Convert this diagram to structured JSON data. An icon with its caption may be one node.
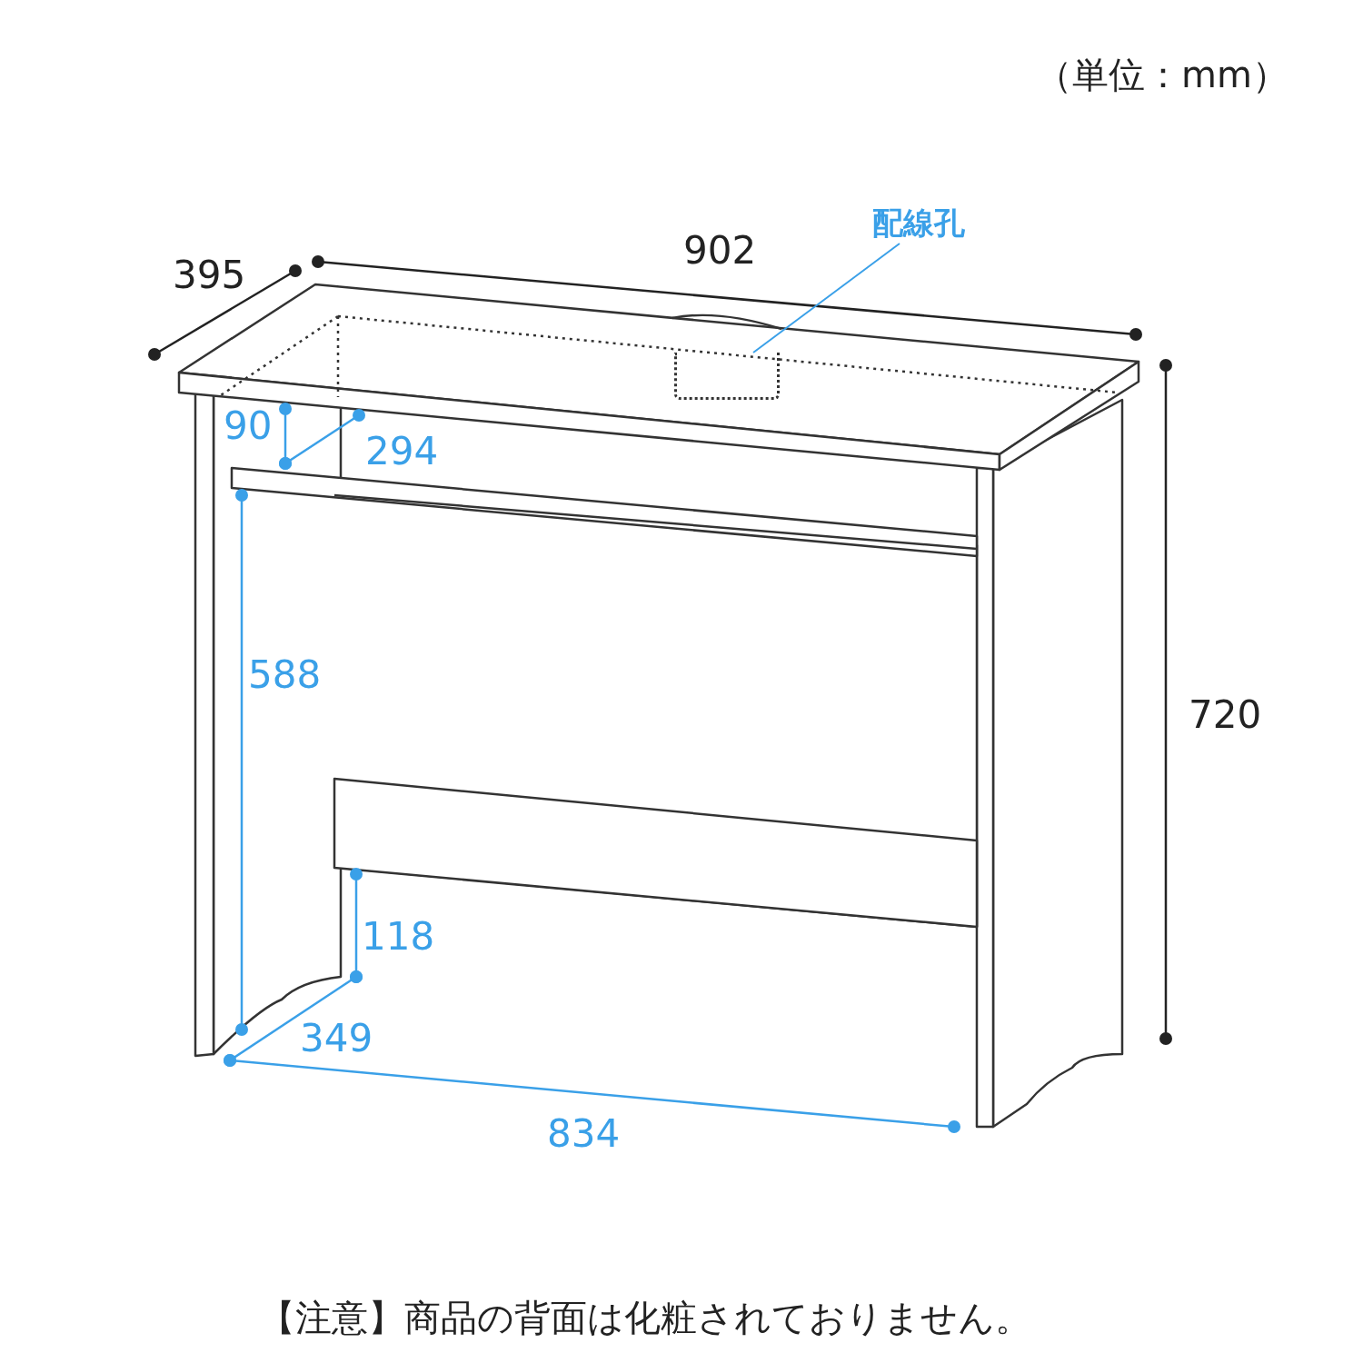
{
  "diagram": {
    "caption": "【注意】商品の背面は化粧されておりません。",
    "nodes": [
      {
        "text": [
          "配線孔"
        ]
      },
      {
        "text": [],
        "shape": "box"
      }
    ],
    "edges": [
      {
        "from": 0,
        "to": 1,
        "arrow": "none"
      }
    ],
    "labels": [
      "（単位：mm）",
      "902",
      "395",
      "90",
      "294",
      "588",
      "720",
      "118",
      "349",
      "834"
    ]
  }
}
